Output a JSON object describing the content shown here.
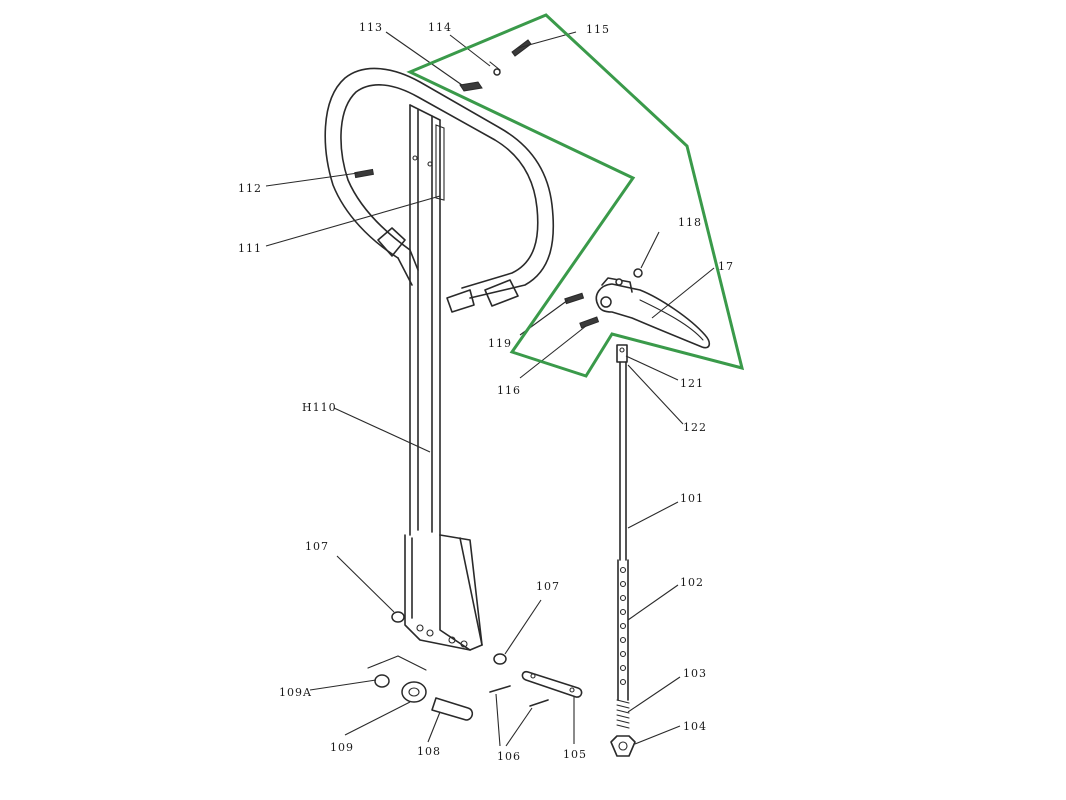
{
  "diagram": {
    "highlight_color": "#3a9a4a",
    "labels": {
      "p113": "113",
      "p114": "114",
      "p115": "115",
      "p112": "112",
      "p111": "111",
      "p118": "118",
      "p17": "17",
      "p119": "119",
      "p116": "116",
      "p121": "121",
      "p122": "122",
      "pH110": "H110",
      "p101": "101",
      "p102": "102",
      "p107a": "107",
      "p107b": "107",
      "p103": "103",
      "p109A": "109A",
      "p109": "109",
      "p108": "108",
      "p106": "106",
      "p105": "105",
      "p104": "104"
    }
  }
}
